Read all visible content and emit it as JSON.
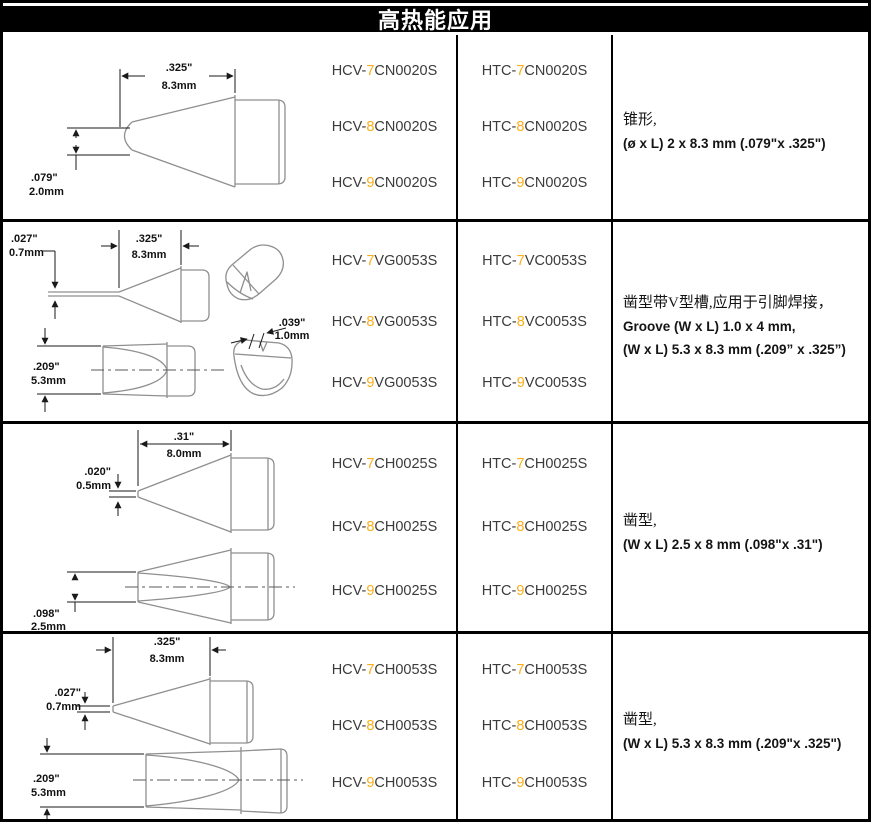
{
  "header": {
    "title": "高热能应用"
  },
  "colors": {
    "accent": "#FBAE17"
  },
  "rows": [
    {
      "parts": [
        {
          "hcv": {
            "prefix": "HCV-",
            "digit": "7",
            "suffix": "CN0020S"
          },
          "htc": {
            "prefix": "HTC-",
            "digit": "7",
            "suffix": "CN0020S"
          }
        },
        {
          "hcv": {
            "prefix": "HCV-",
            "digit": "8",
            "suffix": "CN0020S"
          },
          "htc": {
            "prefix": "HTC-",
            "digit": "8",
            "suffix": "CN0020S"
          }
        },
        {
          "hcv": {
            "prefix": "HCV-",
            "digit": "9",
            "suffix": "CN0020S"
          },
          "htc": {
            "prefix": "HTC-",
            "digit": "9",
            "suffix": "CN0020S"
          }
        }
      ],
      "desc": {
        "line1": "锥形,",
        "line2": "(ø x L) 2 x 8.3 mm (.079\"x .325\")"
      },
      "dims": {
        "length_in": ".325\"",
        "length_mm": "8.3mm",
        "tip_in": ".079\"",
        "tip_mm": "2.0mm"
      }
    },
    {
      "parts": [
        {
          "hcv": {
            "prefix": "HCV-",
            "digit": "7",
            "suffix": "VG0053S"
          },
          "htc": {
            "prefix": "HTC-",
            "digit": "7",
            "suffix": "VC0053S"
          }
        },
        {
          "hcv": {
            "prefix": "HCV-",
            "digit": "8",
            "suffix": "VG0053S"
          },
          "htc": {
            "prefix": "HTC-",
            "digit": "8",
            "suffix": "VC0053S"
          }
        },
        {
          "hcv": {
            "prefix": "HCV-",
            "digit": "9",
            "suffix": "VG0053S"
          },
          "htc": {
            "prefix": "HTC-",
            "digit": "9",
            "suffix": "VC0053S"
          }
        }
      ],
      "desc": {
        "line1": "凿型带V型槽,应用于引脚焊接，",
        "line2": "Groove (W x L) 1.0 x 4 mm,",
        "line3": "(W x L) 5.3 x 8.3 mm (.209” x .325”)"
      },
      "dims": {
        "tip_in": ".027\"",
        "tip_mm": "0.7mm",
        "length_in": ".325\"",
        "length_mm": "8.3mm",
        "width_in": ".209\"",
        "width_mm": "5.3mm",
        "groove_in": ".039\"",
        "groove_mm": "1.0mm"
      }
    },
    {
      "parts": [
        {
          "hcv": {
            "prefix": "HCV-",
            "digit": "7",
            "suffix": "CH0025S"
          },
          "htc": {
            "prefix": "HTC-",
            "digit": "7",
            "suffix": "CH0025S"
          }
        },
        {
          "hcv": {
            "prefix": "HCV-",
            "digit": "8",
            "suffix": "CH0025S"
          },
          "htc": {
            "prefix": "HTC-",
            "digit": "8",
            "suffix": "CH0025S"
          }
        },
        {
          "hcv": {
            "prefix": "HCV-",
            "digit": "9",
            "suffix": "CH0025S"
          },
          "htc": {
            "prefix": "HTC-",
            "digit": "9",
            "suffix": "CH0025S"
          }
        }
      ],
      "desc": {
        "line1": "凿型,",
        "line2": "(W x L) 2.5 x 8 mm (.098\"x .31\")"
      },
      "dims": {
        "length_in": ".31\"",
        "length_mm": "8.0mm",
        "tip_in": ".020\"",
        "tip_mm": "0.5mm",
        "width_in": ".098\"",
        "width_mm": "2.5mm"
      }
    },
    {
      "parts": [
        {
          "hcv": {
            "prefix": "HCV-",
            "digit": "7",
            "suffix": "CH0053S"
          },
          "htc": {
            "prefix": "HTC-",
            "digit": "7",
            "suffix": "CH0053S"
          }
        },
        {
          "hcv": {
            "prefix": "HCV-",
            "digit": "8",
            "suffix": "CH0053S"
          },
          "htc": {
            "prefix": "HTC-",
            "digit": "8",
            "suffix": "CH0053S"
          }
        },
        {
          "hcv": {
            "prefix": "HCV-",
            "digit": "9",
            "suffix": "CH0053S"
          },
          "htc": {
            "prefix": "HTC-",
            "digit": "9",
            "suffix": "CH0053S"
          }
        }
      ],
      "desc": {
        "line1": "凿型,",
        "line2": "(W x L) 5.3 x 8.3 mm (.209\"x .325\")"
      },
      "dims": {
        "length_in": ".325\"",
        "length_mm": "8.3mm",
        "tip_in": ".027\"",
        "tip_mm": "0.7mm",
        "width_in": ".209\"",
        "width_mm": "5.3mm"
      }
    }
  ]
}
